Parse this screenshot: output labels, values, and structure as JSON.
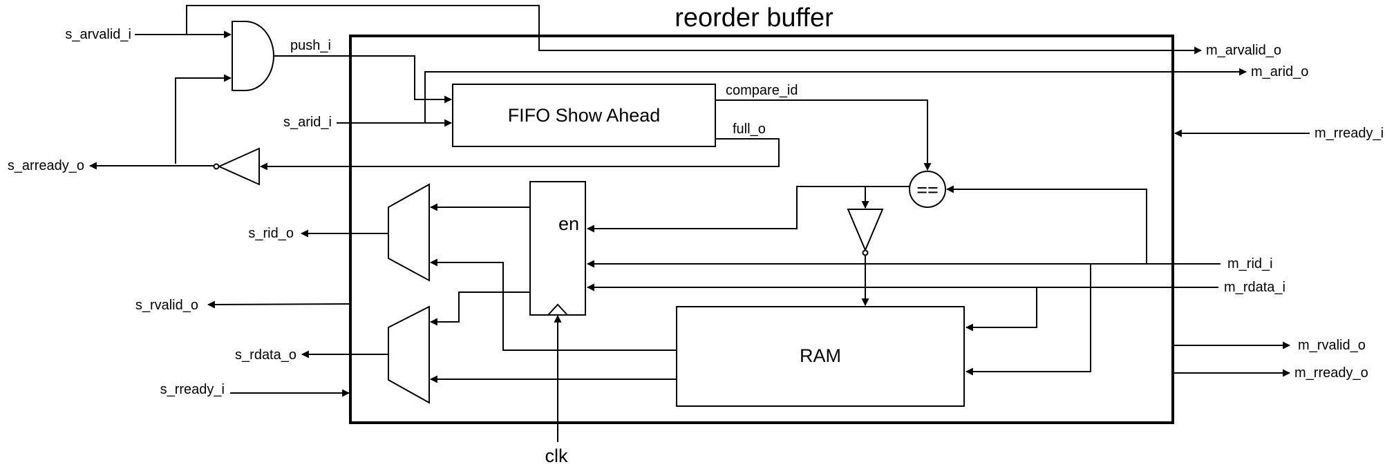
{
  "title": "reorder buffer",
  "blocks": {
    "fifo": "FIFO Show Ahead",
    "ram": "RAM",
    "register_enable": "en",
    "comparator": "=="
  },
  "signals": {
    "s_arvalid_i": "s_arvalid_i",
    "push_i": "push_i",
    "s_arid_i": "s_arid_i",
    "s_arready_o": "s_arready_o",
    "s_rid_o": "s_rid_o",
    "s_rvalid_o": "s_rvalid_o",
    "s_rdata_o": "s_rdata_o",
    "s_rready_i": "s_rready_i",
    "m_arvalid_o": "m_arvalid_o",
    "m_arid_o": "m_arid_o",
    "m_rready_i": "m_rready_i",
    "compare_id": "compare_id",
    "full_o": "full_o",
    "m_rid_i": "m_rid_i",
    "m_rdata_i": "m_rdata_i",
    "m_rvalid_o": "m_rvalid_o",
    "m_rready_o": "m_rready_o",
    "clk": "clk"
  },
  "colors": {
    "stroke": "#000000",
    "background": "#ffffff"
  }
}
